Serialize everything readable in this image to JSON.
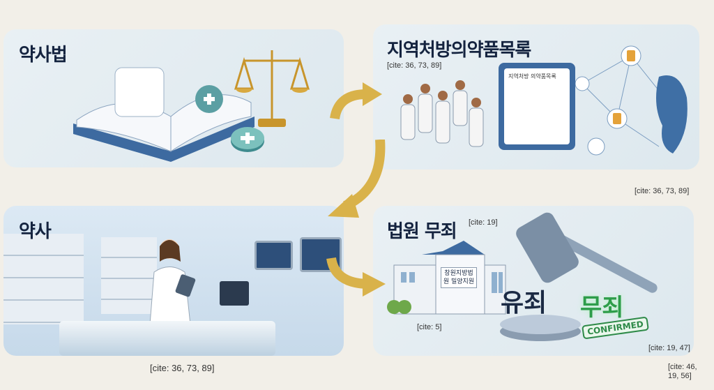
{
  "panels": {
    "pharmaceutical_act": {
      "title": "약사법"
    },
    "regional_formulary": {
      "title": "지역처방의약품목록",
      "cite": "[cite: 36, 73, 89]",
      "binder_label": "지역처방 의약품목록"
    },
    "pharmacist": {
      "title": "약사"
    },
    "court_acquittal": {
      "title": "법원 무죄",
      "title_cite": "[cite: 19]",
      "court_sign": "창원지방법원 밀양지원",
      "building_cite": "[cite: 5]",
      "guilty_text": "유죄",
      "not_guilty_text": "무죄",
      "stamp_text": "CONFIRMED",
      "cite": "[cite: 19, 47]"
    }
  },
  "floating_cites": {
    "right_middle": "[cite: 36, 73, 89]",
    "bottom_left": "[cite: 36, 73, 89]",
    "bottom_right": "[cite: 46, 19, 56]"
  },
  "colors": {
    "arrow": "#d9b24a",
    "title": "#14233f",
    "not_guilty": "#2e9d4a"
  }
}
